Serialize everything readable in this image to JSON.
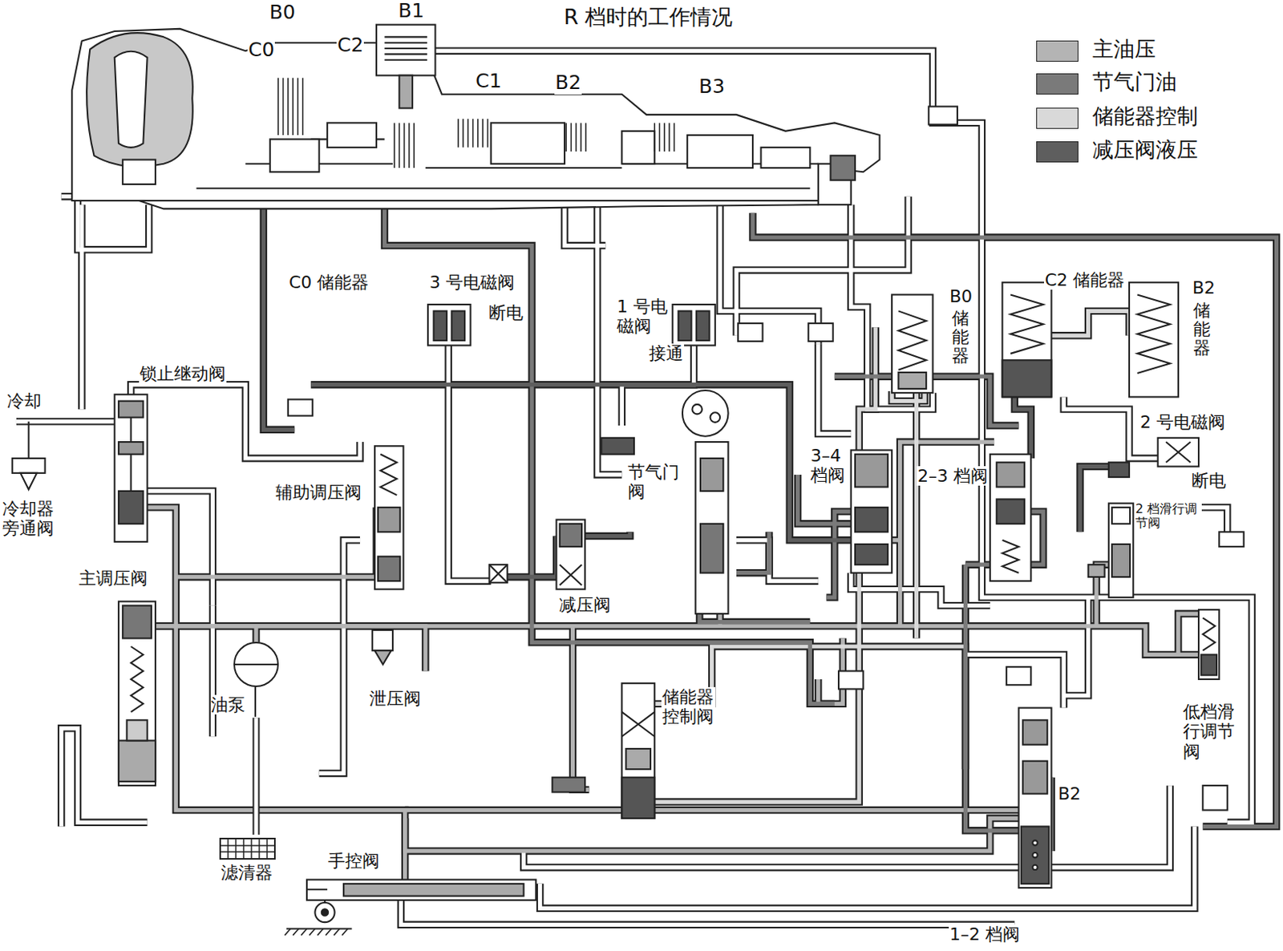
{
  "diagram": {
    "title": "R 档时的工作情况",
    "nodes": [
      {
        "text": [
          "油泵"
        ]
      },
      {
        "text": [
          "滤清器"
        ]
      }
    ],
    "edges": [
      {
        "from": 1,
        "to": 0,
        "arrow": "none"
      }
    ],
    "labels": [
      "B0",
      "B1",
      "C0",
      "C2",
      "C1",
      "B2",
      "B3",
      "C0 储能器",
      "3 号电磁阀",
      "断电",
      "1 号电磁阀",
      "接通",
      "B0",
      "储能器",
      "C2 储能器",
      "B2",
      "储能器",
      "冷却",
      "锁止继动阀",
      "2 号电磁阀",
      "断电",
      "冷却器旁通阀",
      "辅助调压阀",
      "节气门阀",
      "3–4 档阀",
      "2–3 档阀",
      "2 档滑行调节阀",
      "主调压阀",
      "减压阀",
      "泄压阀",
      "储能器控制阀",
      "低档滑行调节阀",
      "B2",
      "手控阀",
      "1–2 档阀"
    ],
    "legend": [
      {
        "text": "主油压",
        "color": "#b4b4b4"
      },
      {
        "text": "节气门油",
        "color": "#7a7a7a"
      },
      {
        "text": "储能器控制",
        "color": "#d9d9d9"
      },
      {
        "text": "减压阀液压",
        "color": "#5e5e5e"
      }
    ]
  }
}
